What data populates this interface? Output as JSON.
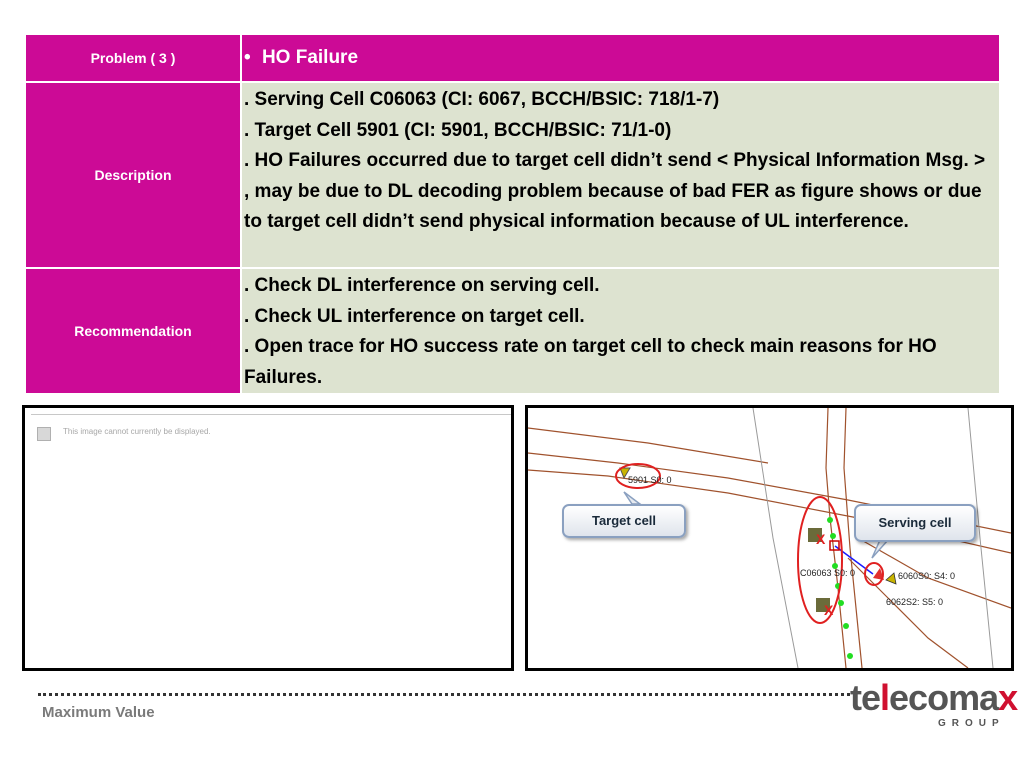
{
  "table": {
    "problem": {
      "label": "Problem ( 3 )",
      "bullet": "•",
      "title": "HO Failure"
    },
    "description": {
      "label": "Description",
      "lines": [
        ". Serving Cell C06063 (CI: 6067, BCCH/BSIC: 718/1-7)",
        ". Target Cell 5901 (CI: 5901, BCCH/BSIC: 71/1-0)",
        ". HO Failures occurred due to target cell didn’t send < Physical Information Msg. > , may be due to DL decoding problem because of bad FER as figure shows or due to target cell didn’t send physical information because of UL interference."
      ]
    },
    "recommendation": {
      "label": "Recommendation",
      "lines": [
        ". Check DL interference on serving cell.",
        ". Check UL interference on target cell.",
        ". Open trace for HO success rate on target cell to check main reasons for HO Failures."
      ]
    }
  },
  "image_placeholder": {
    "message": "This image cannot currently be displayed."
  },
  "map": {
    "callouts": {
      "target": "Target cell",
      "serving": "Serving cell"
    },
    "labels": {
      "target_site": "5901 S0: 0",
      "serving_site": "C06063 S0: 0",
      "site_6060": "6060S0: S4: 0",
      "site_6062": "6062S2: S5: 0"
    },
    "fail_marker": "X",
    "colors": {
      "roads": "#a0522d",
      "fail_ring": "#e02020",
      "drive_points": "#22dd22",
      "ho_line": "#1a1aff"
    }
  },
  "footer": {
    "text": "Maximum Value",
    "logo_part1": "te",
    "logo_part2": "l",
    "logo_part3": "ecoma",
    "logo_part4": "x",
    "logo_group": "GROUP"
  },
  "theme": {
    "header_color": "#cc0a96",
    "body_color": "#dde3d0"
  }
}
